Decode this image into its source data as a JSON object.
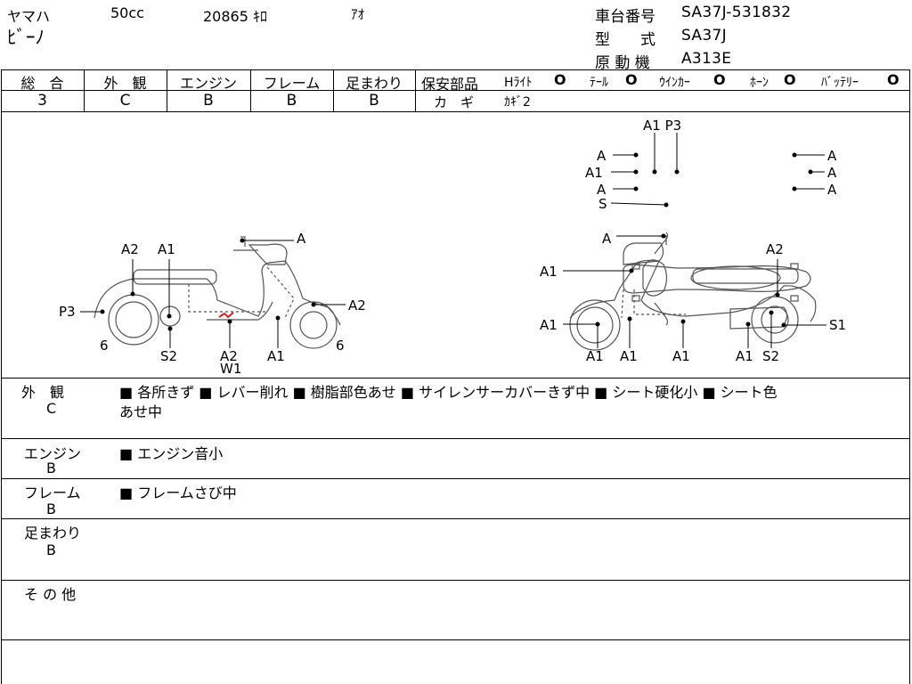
{
  "header": {
    "maker": "ヤマハ",
    "displacement": "50cc",
    "mileage": "20865 ｷﾛ",
    "color": "ｱｵ",
    "model": "ﾋﾞｰﾉ",
    "frame_no_label": "車台番号",
    "frame_no": "SA37J-531832",
    "type_label": "型　　式",
    "type_value": "SA37J",
    "engine_label": "原 動 機",
    "engine_value": "A313E"
  },
  "grades": {
    "headers": [
      "総　合",
      "外　観",
      "エンジン",
      "フレーム",
      "足まわり"
    ],
    "values": [
      "3",
      "C",
      "B",
      "B",
      "B"
    ]
  },
  "safety": {
    "label": "保安部品",
    "items": [
      {
        "name": "Hﾗｲﾄ",
        "mark": "O"
      },
      {
        "name": "ﾃｰﾙ",
        "mark": "O"
      },
      {
        "name": "ｳｲﾝｶｰ",
        "mark": "O"
      },
      {
        "name": "ﾎｰﾝ",
        "mark": "O"
      },
      {
        "name": "ﾊﾞｯﾃﾘｰ",
        "mark": "O"
      }
    ],
    "key_label": "カ　ギ",
    "key_value": "ｶｷﾞ2"
  },
  "diagram": {
    "top": {
      "A1P3": "A1 P3",
      "A": "A",
      "A1": "A1",
      "S": "S"
    },
    "left": {
      "A": "A",
      "A2": "A2",
      "A1": "A1",
      "P3": "P3",
      "six": "6",
      "S2": "S2",
      "W1": "W1"
    },
    "right": {
      "A": "A",
      "A2": "A2",
      "A1": "A1",
      "S1": "S1",
      "S2": "S2"
    }
  },
  "notes": [
    {
      "category": "外　観",
      "grade": "C",
      "line1": "■ 各所きず ■ レバー削れ ■ 樹脂部色あせ ■ サイレンサーカバーきず中 ■ シート硬化小 ■ シート色",
      "line2": "あせ中"
    },
    {
      "category": "エンジン",
      "grade": "B",
      "line1": "■ エンジン音小",
      "line2": ""
    },
    {
      "category": "フレーム",
      "grade": "B",
      "line1": "■ フレームさび中",
      "line2": ""
    },
    {
      "category": "足まわり",
      "grade": "B",
      "line1": "",
      "line2": ""
    },
    {
      "category": "そ の 他",
      "grade": "",
      "line1": "",
      "line2": ""
    }
  ],
  "colors": {
    "damage_mark": "#cc2222",
    "ink": "#000000"
  }
}
